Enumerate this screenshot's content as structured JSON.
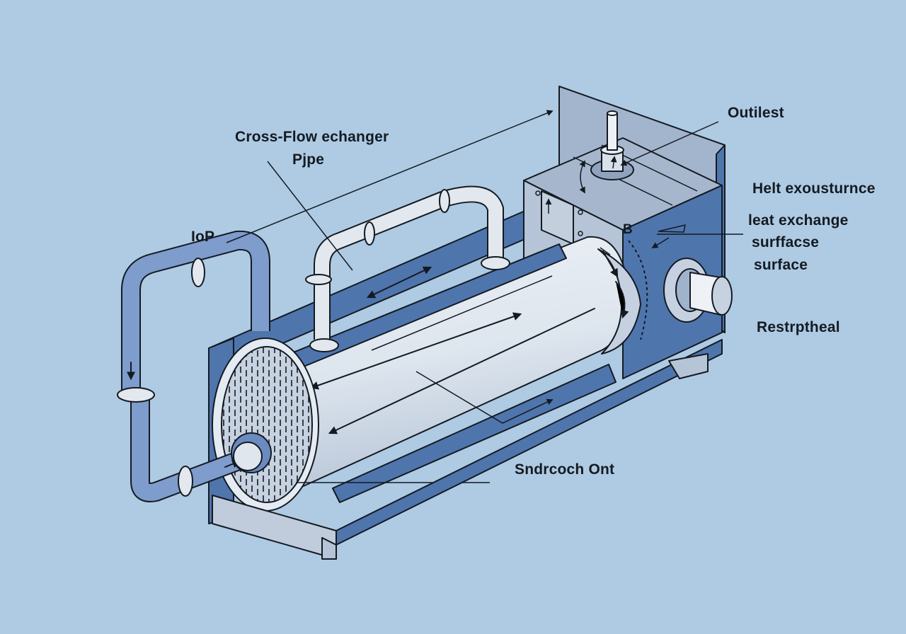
{
  "diagram": {
    "labels": {
      "title": "Cross-Flow echanger",
      "pipe": "Pjpe",
      "iop": "IoP",
      "outlet": "Outilest",
      "heat_exhaust": "Helt exousturnce",
      "surface_line1": "leat exchange",
      "surface_line2": "surffacse",
      "surface_line3": "surface",
      "restrp": "Restrptheal",
      "sndrcoch": "Sndrcoch Ont",
      "marker_b": "B"
    },
    "colors": {
      "background": "#aecbe3",
      "panel_blue": "#4f75ad",
      "panel_light": "#9fb3cc",
      "shell": "#dfe6ee",
      "pipe_blue": "#7e9ccc",
      "pipe_light": "#e3e8ef",
      "ink": "#141a22"
    }
  }
}
